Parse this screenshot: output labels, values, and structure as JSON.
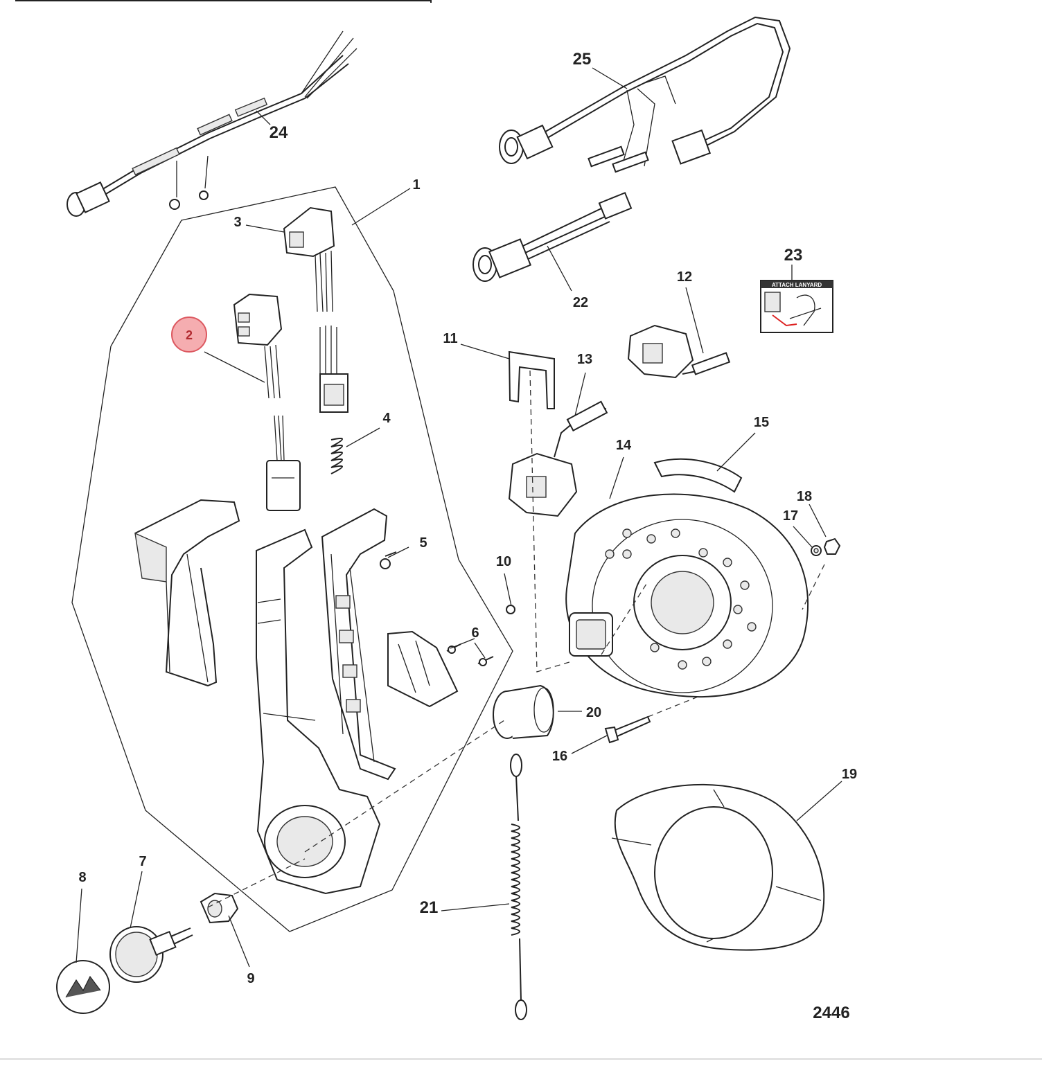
{
  "callouts": {
    "c1": "1",
    "c2": "2",
    "c3": "3",
    "c4": "4",
    "c5": "5",
    "c6": "6",
    "c7": "7",
    "c8": "8",
    "c9": "9",
    "c10": "10",
    "c11": "11",
    "c12": "12",
    "c13": "13",
    "c14": "14",
    "c15": "15",
    "c16": "16",
    "c17": "17",
    "c18": "18",
    "c19": "19",
    "c20": "20",
    "c21": "21",
    "c22": "22",
    "c23": "23",
    "c24": "24",
    "c25": "25"
  },
  "figure_number": "2446",
  "highlighted_callout": "2",
  "decal_header": "ATTACH LANYARD",
  "colors": {
    "highlight_fill": "#f4a5a8",
    "highlight_stroke": "#d9474f",
    "line": "#222222"
  }
}
